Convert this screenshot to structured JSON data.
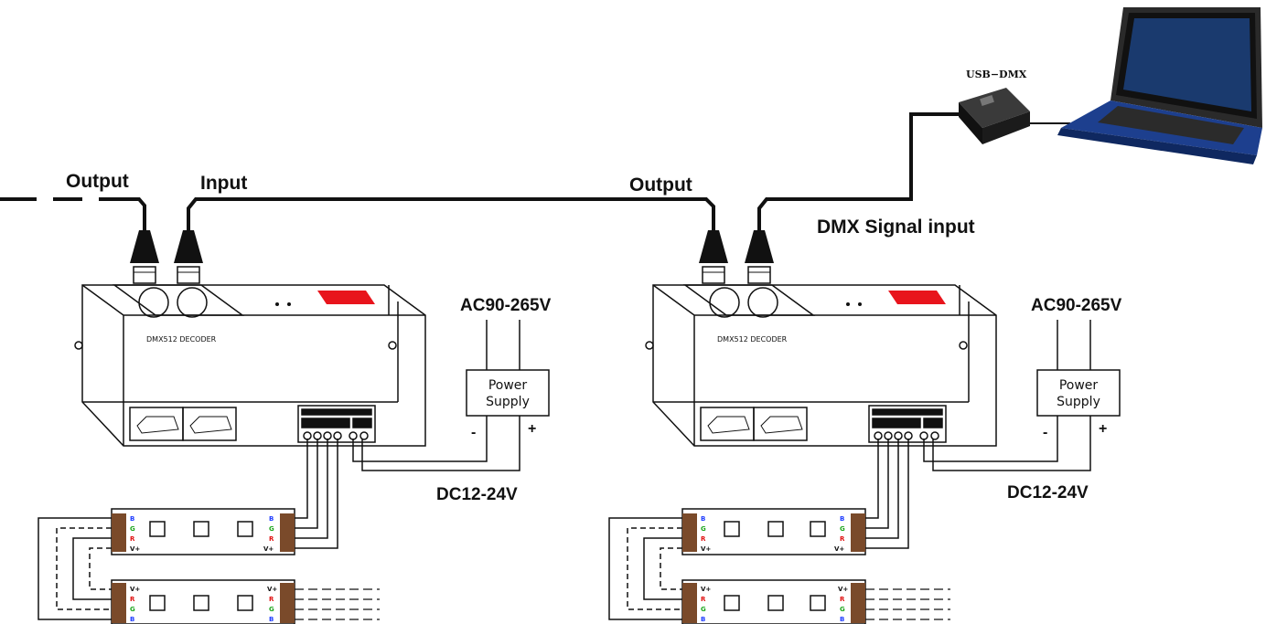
{
  "labels": {
    "output_left": "Output",
    "input_left": "Input",
    "output_right": "Output",
    "dmx_signal_input": "DMX Signal input",
    "usb_dmx": "USB−DMX",
    "ac_left": "AC90-265V",
    "ac_right": "AC90-265V",
    "dc_left": "DC12-24V",
    "dc_right": "DC12-24V",
    "psu_left_line1": "Power",
    "psu_left_line2": "Supply",
    "psu_right_line1": "Power",
    "psu_right_line2": "Supply",
    "minus": "-",
    "plus": "+",
    "decoder_left": "DMX512 DECODER",
    "decoder_right": "DMX512 DECODER"
  },
  "strip_pins": {
    "top_left": [
      "B",
      "G",
      "R",
      "V+"
    ],
    "top_right": [
      "B",
      "G",
      "R",
      "V+"
    ],
    "bottom_left": [
      "V+",
      "R",
      "G",
      "B"
    ],
    "bottom_right": [
      "V+",
      "R",
      "G",
      "B"
    ]
  },
  "colors": {
    "wire": "#111111",
    "indicator": "#e8141c",
    "connector": "#7a4a2a",
    "laptop_blue": "#1d3f8e",
    "pin_b": "#1e3cff",
    "pin_g": "#1aa51a",
    "pin_r": "#e01010",
    "pin_v": "#111111"
  }
}
